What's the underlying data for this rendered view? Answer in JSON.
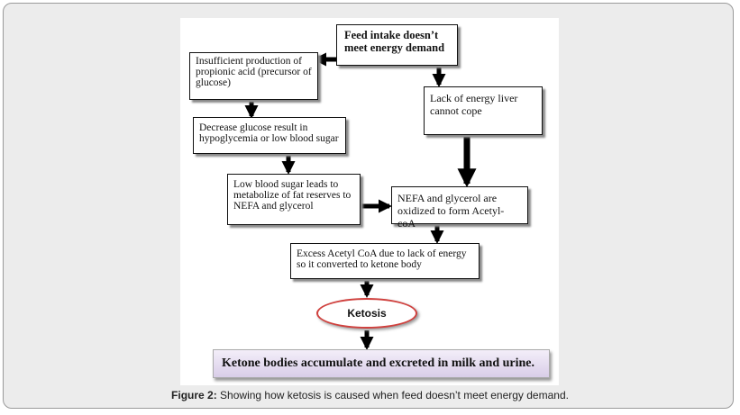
{
  "diagram": {
    "feed_intake": "Feed intake doesn’t meet energy demand",
    "insufficient_propionic": "Insufficient production of propionic acid (precursor of glucose)",
    "lack_energy_liver": "Lack of energy liver cannot cope",
    "decrease_glucose": "Decrease glucose result in hypoglycemia or low blood sugar",
    "low_blood_sugar": "Low blood sugar leads to metabolize of fat reserves to NEFA and glycerol",
    "nefa_oxidized": "NEFA and glycerol are oxidized to form Acetyl-coA",
    "excess_acetyl": "Excess Acetyl CoA due to lack of energy so it converted to ketone body",
    "ketosis": "Ketosis",
    "result": "Ketone bodies accumulate and excreted in milk and urine."
  },
  "caption": {
    "label": "Figure 2:",
    "text": " Showing how ketosis is caused when feed doesn’t meet energy demand."
  },
  "colors": {
    "ketosis_border": "#d0413e",
    "result_fill": "#d9cde8",
    "panel_background": "#ececec"
  }
}
